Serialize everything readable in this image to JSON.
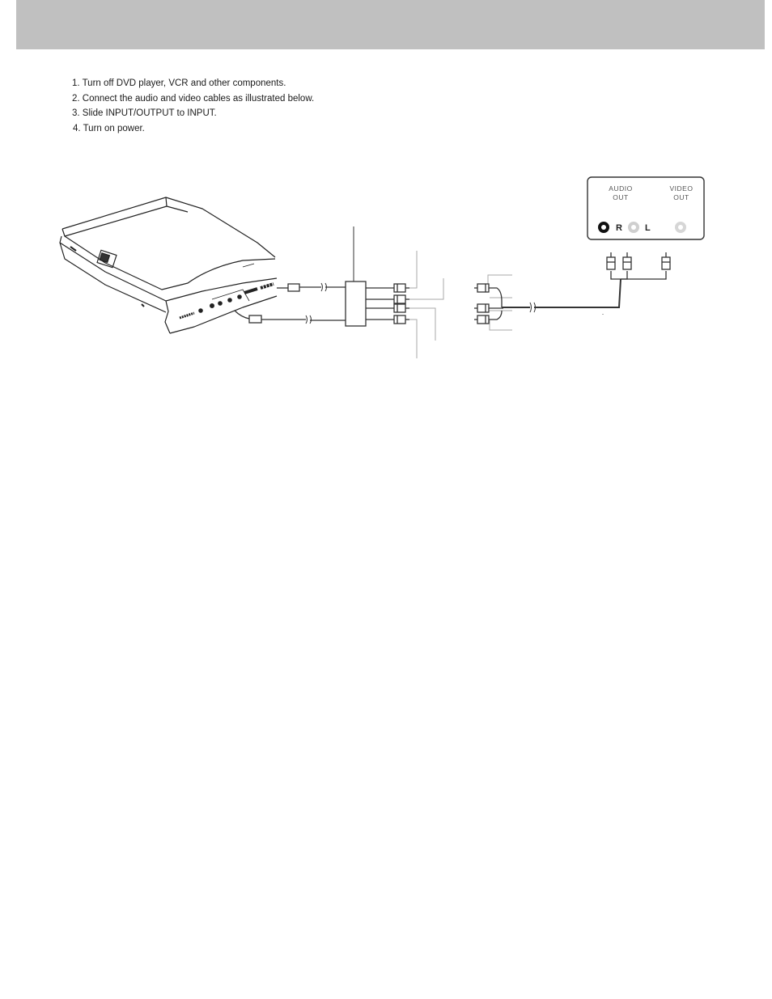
{
  "steps": [
    "1. Turn off DVD player, VCR and other components.",
    "2. Connect the audio and video cables as illustrated below.",
    "3. Slide INPUT/OUTPUT to INPUT.",
    "4. Turn on power."
  ],
  "diagram": {
    "panel_audio_label_line1": "AUDIO",
    "panel_audio_label_line2": "OUT",
    "panel_video_label_line1": "VIDEO",
    "panel_video_label_line2": "OUT",
    "jack_r_label": "R",
    "jack_l_label": "L"
  }
}
